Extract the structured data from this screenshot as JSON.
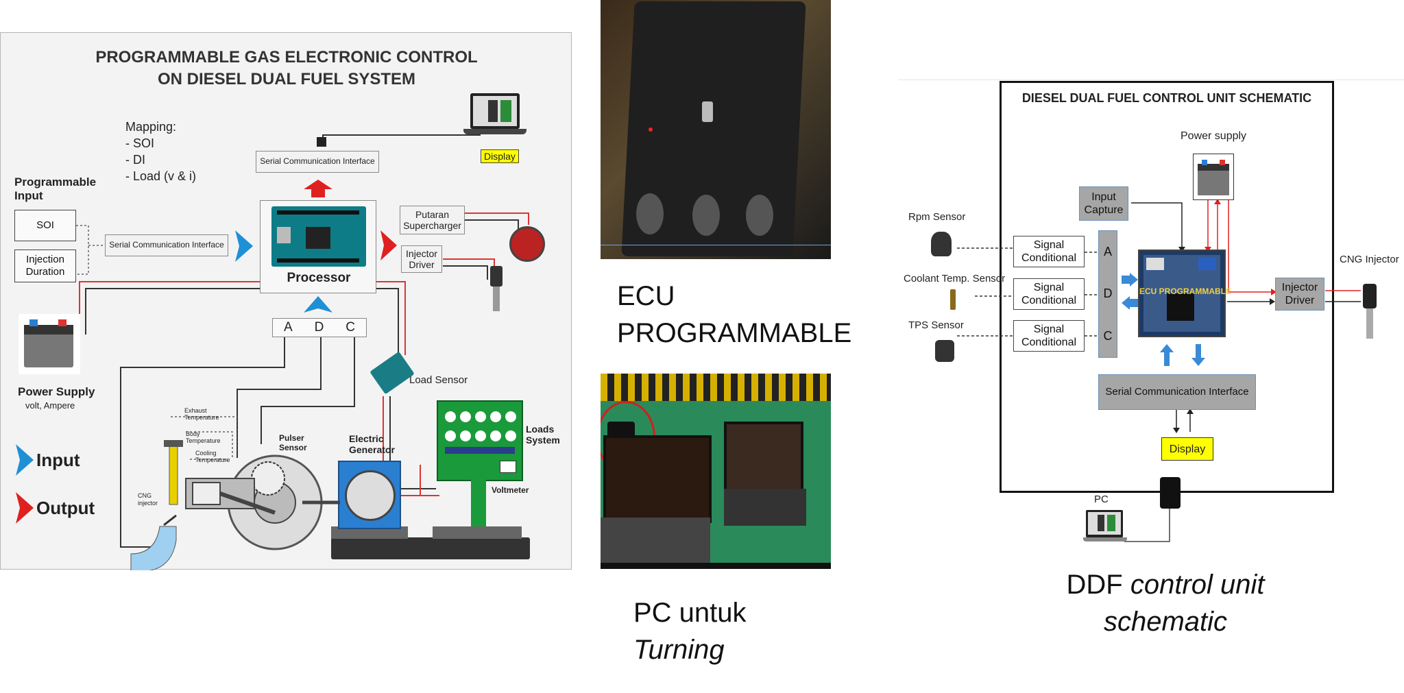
{
  "left_diagram": {
    "title_line1": "PROGRAMMABLE GAS ELECTRONIC CONTROL",
    "title_line2": "ON DIESEL DUAL FUEL SYSTEM",
    "mapping_title": "Mapping:",
    "mapping_items": [
      "- SOI",
      "- DI",
      "- Load (v & i)"
    ],
    "programmable_input_line1": "Programmable",
    "programmable_input_line2": "Input",
    "soi": "SOI",
    "injection_duration_line1": "Injection",
    "injection_duration_line2": "Duration",
    "serial_comm_left": "Serial Communication Interface",
    "serial_comm_top": "Serial Communication Interface",
    "display": "Display",
    "processor": "Processor",
    "putaran_line1": "Putaran",
    "putaran_line2": "Supercharger",
    "injector_driver_line1": "Injector",
    "injector_driver_line2": "Driver",
    "adc": [
      "A",
      "D",
      "C"
    ],
    "load_sensor": "Load Sensor",
    "power_supply": "Power Supply",
    "power_supply_sub": "volt, Ampere",
    "legend_input": "Input",
    "legend_output": "Output",
    "exhaust_temp_line1": "Exhaust",
    "exhaust_temp_line2": "Temperature",
    "body_temp_line1": "Body",
    "body_temp_line2": "Temperature",
    "cooling_temp_line1": "Cooling",
    "cooling_temp_line2": "Temperature",
    "pulser_sensor_line1": "Pulser",
    "pulser_sensor_line2": "Sensor",
    "cng_injector_line1": "CNG",
    "cng_injector_line2": "injector",
    "electric_generator_line1": "Electric",
    "electric_generator_line2": "Generator",
    "loads_system_line1": "Loads",
    "loads_system_line2": "System",
    "voltmeter": "Voltmeter"
  },
  "middle": {
    "caption_ecu_line1": "ECU",
    "caption_ecu_line2": "PROGRAMMABLE",
    "caption_pc": "PC untuk",
    "caption_pc_italic": "Turning"
  },
  "right_diagram": {
    "title": "DIESEL DUAL FUEL CONTROL UNIT SCHEMATIC",
    "power_supply": "Power  supply",
    "input_capture_line1": "Input",
    "input_capture_line2": "Capture",
    "rpm_sensor": "Rpm Sensor",
    "coolant_sensor": "Coolant Temp. Sensor",
    "tps_sensor": "TPS Sensor",
    "signal_line1": "Signal",
    "signal_line2": "Conditional",
    "adc": [
      "A",
      "D",
      "C"
    ],
    "ecu_label": "ECU PROGRAMMABLE",
    "injector_driver_line1": "Injector",
    "injector_driver_line2": "Driver",
    "cng_injector": "CNG Injector",
    "serial_comm": "Serial Communication Interface",
    "display": "Display",
    "pc": "PC",
    "caption_prefix": "DDF",
    "caption_italic_line1": "control unit",
    "caption_italic_line2": "schematic"
  },
  "colors": {
    "input_arrow": "#1e90d6",
    "output_arrow": "#e02020",
    "display_yellow": "#ffff00",
    "loads_green": "#1a9a3a",
    "generator_blue": "#2a7fd0",
    "gray_box": "#a6a6a6"
  }
}
